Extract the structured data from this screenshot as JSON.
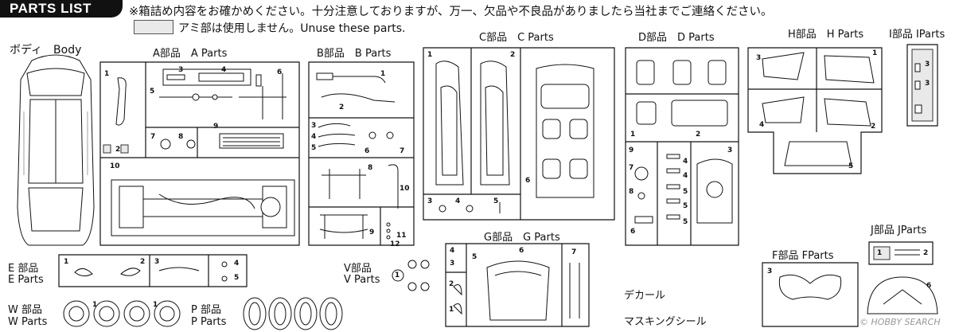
{
  "header": {
    "title": "PARTS LIST",
    "notice": "※箱詰め内容をお確かめください。十分注意しておりますが、万一、欠品や不良品がありましたら当社までご連絡ください。",
    "unuse_note": "アミ部は使用しません。Unuse these parts."
  },
  "groups": {
    "body": {
      "label": "ボディ　Body"
    },
    "a": {
      "label": "A部品　A Parts"
    },
    "b": {
      "label": "B部品　B Parts"
    },
    "c": {
      "label": "C部品　C Parts"
    },
    "d": {
      "label": "D部品　D Parts"
    },
    "h": {
      "label": "H部品　H Parts"
    },
    "i": {
      "label": "I部品 IParts"
    },
    "e": {
      "label": "E 部品",
      "label2": "E Parts"
    },
    "v": {
      "label": "V部品",
      "label2": "V Parts"
    },
    "g": {
      "label": "G部品　G Parts"
    },
    "j": {
      "label": "J部品 JParts"
    },
    "f": {
      "label": "F部品 FParts"
    },
    "w": {
      "label": "W 部品",
      "label2": "W Parts"
    },
    "p": {
      "label": "P 部品",
      "label2": "P Parts"
    }
  },
  "decal": "デカール",
  "masking": "マスキングシール",
  "watermark": "© HOBBY SEARCH",
  "numbers": {
    "n1": "1",
    "n2": "2",
    "n3": "3",
    "n4": "4",
    "n5": "5",
    "n6": "6",
    "n7": "7",
    "n8": "8",
    "n9": "9",
    "n10": "10",
    "n11": "11",
    "n12": "12"
  }
}
